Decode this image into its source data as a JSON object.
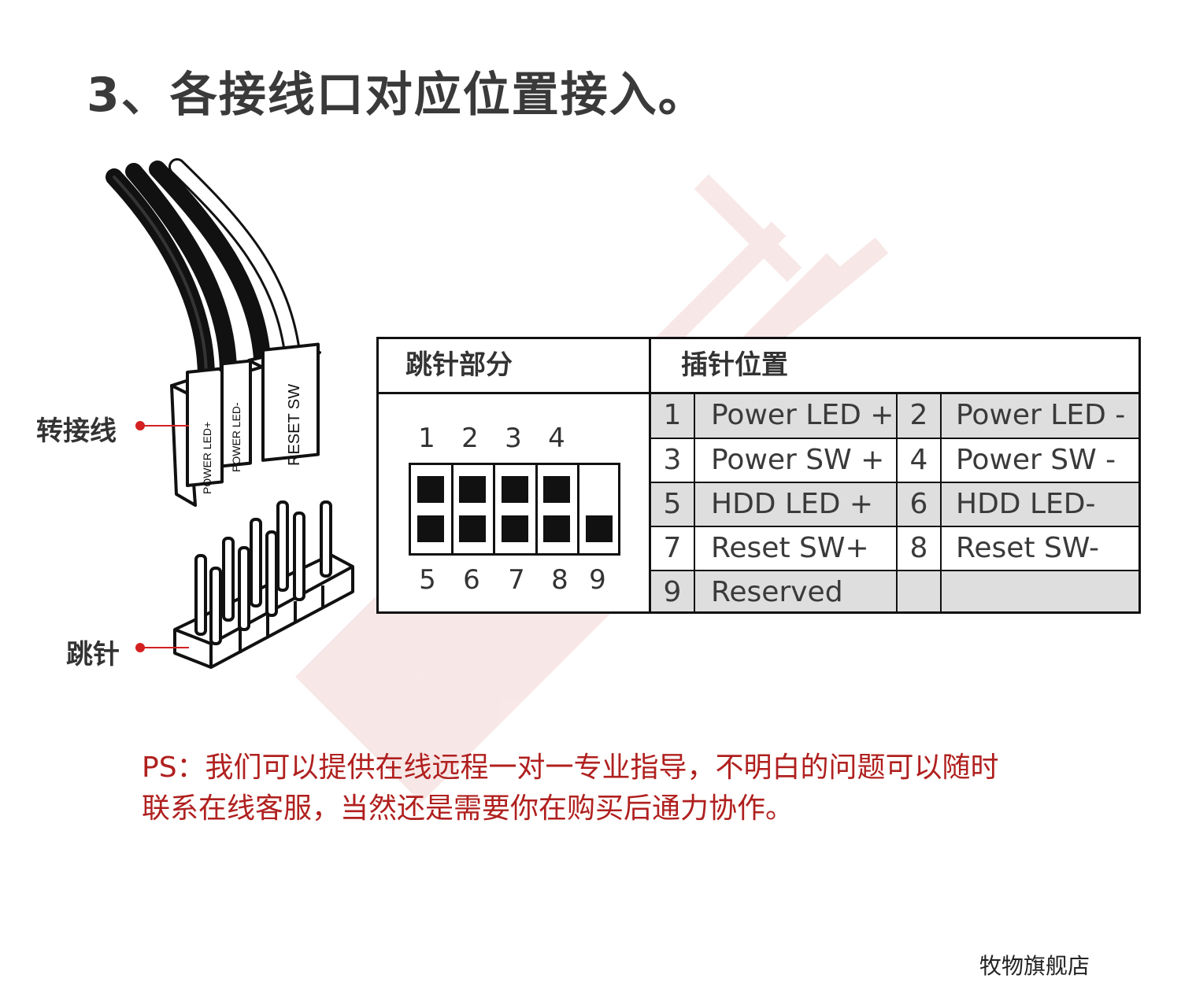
{
  "title": "3、各接线口对应位置接入。",
  "illustration": {
    "cable_label": "转接线",
    "header_label": "跳针",
    "connector_texts": [
      "POWER LED+",
      "POWER LED-",
      "RESET SW"
    ],
    "callout_color": "#d42020"
  },
  "table": {
    "header_left": "跳针部分",
    "header_right": "插针位置",
    "top_pin_numbers": [
      "1",
      "2",
      "3",
      "4"
    ],
    "bottom_pin_numbers": [
      "5",
      "6",
      "7",
      "8",
      "9"
    ],
    "rows": [
      {
        "pin_a": "1",
        "label_a": "Power LED +",
        "pin_b": "2",
        "label_b": "Power LED -",
        "shaded": true
      },
      {
        "pin_a": "3",
        "label_a": "Power SW +",
        "pin_b": "4",
        "label_b": "Power SW -",
        "shaded": false
      },
      {
        "pin_a": "5",
        "label_a": "HDD LED +",
        "pin_b": "6",
        "label_b": "HDD LED-",
        "shaded": true
      },
      {
        "pin_a": "7",
        "label_a": "Reset SW+",
        "pin_b": "8",
        "label_b": "Reset SW-",
        "shaded": false
      },
      {
        "pin_a": "9",
        "label_a": "Reserved",
        "pin_b": "",
        "label_b": "",
        "shaded": true
      }
    ]
  },
  "note": {
    "line1": "PS：我们可以提供在线远程一对一专业指导，不明白的问题可以随时",
    "line2": "联系在线客服，当然还是需要你在购买后通力协作。"
  },
  "shop_name": "牧物旗舰店",
  "colors": {
    "note_text": "#b0201f",
    "watermark": "#f3d4d4"
  }
}
